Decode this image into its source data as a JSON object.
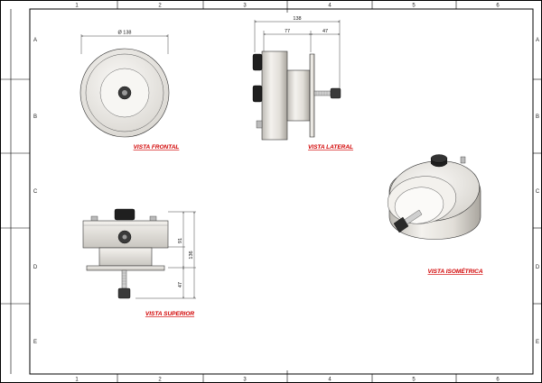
{
  "border": {
    "columns": [
      "1",
      "2",
      "3",
      "4",
      "5",
      "6"
    ],
    "rows": [
      "A",
      "B",
      "C",
      "D",
      "E"
    ]
  },
  "views": {
    "front": {
      "label": "VISTA FRONTAL",
      "dim_diameter": "Ø 138"
    },
    "side": {
      "label": "VISTA LATERAL",
      "dim_total": "138",
      "dim_a": "77",
      "dim_b": "47"
    },
    "top": {
      "label": "VISTA SUPERIOR",
      "dim_height": "91",
      "dim_total": "136",
      "dim_knob": "47"
    },
    "iso": {
      "label": "VISTA ISOMÉTRICA"
    }
  },
  "colors": {
    "border": "#000000",
    "label": "#d10000",
    "body": "#e8e6e2",
    "knob": "#1a1a1a"
  }
}
